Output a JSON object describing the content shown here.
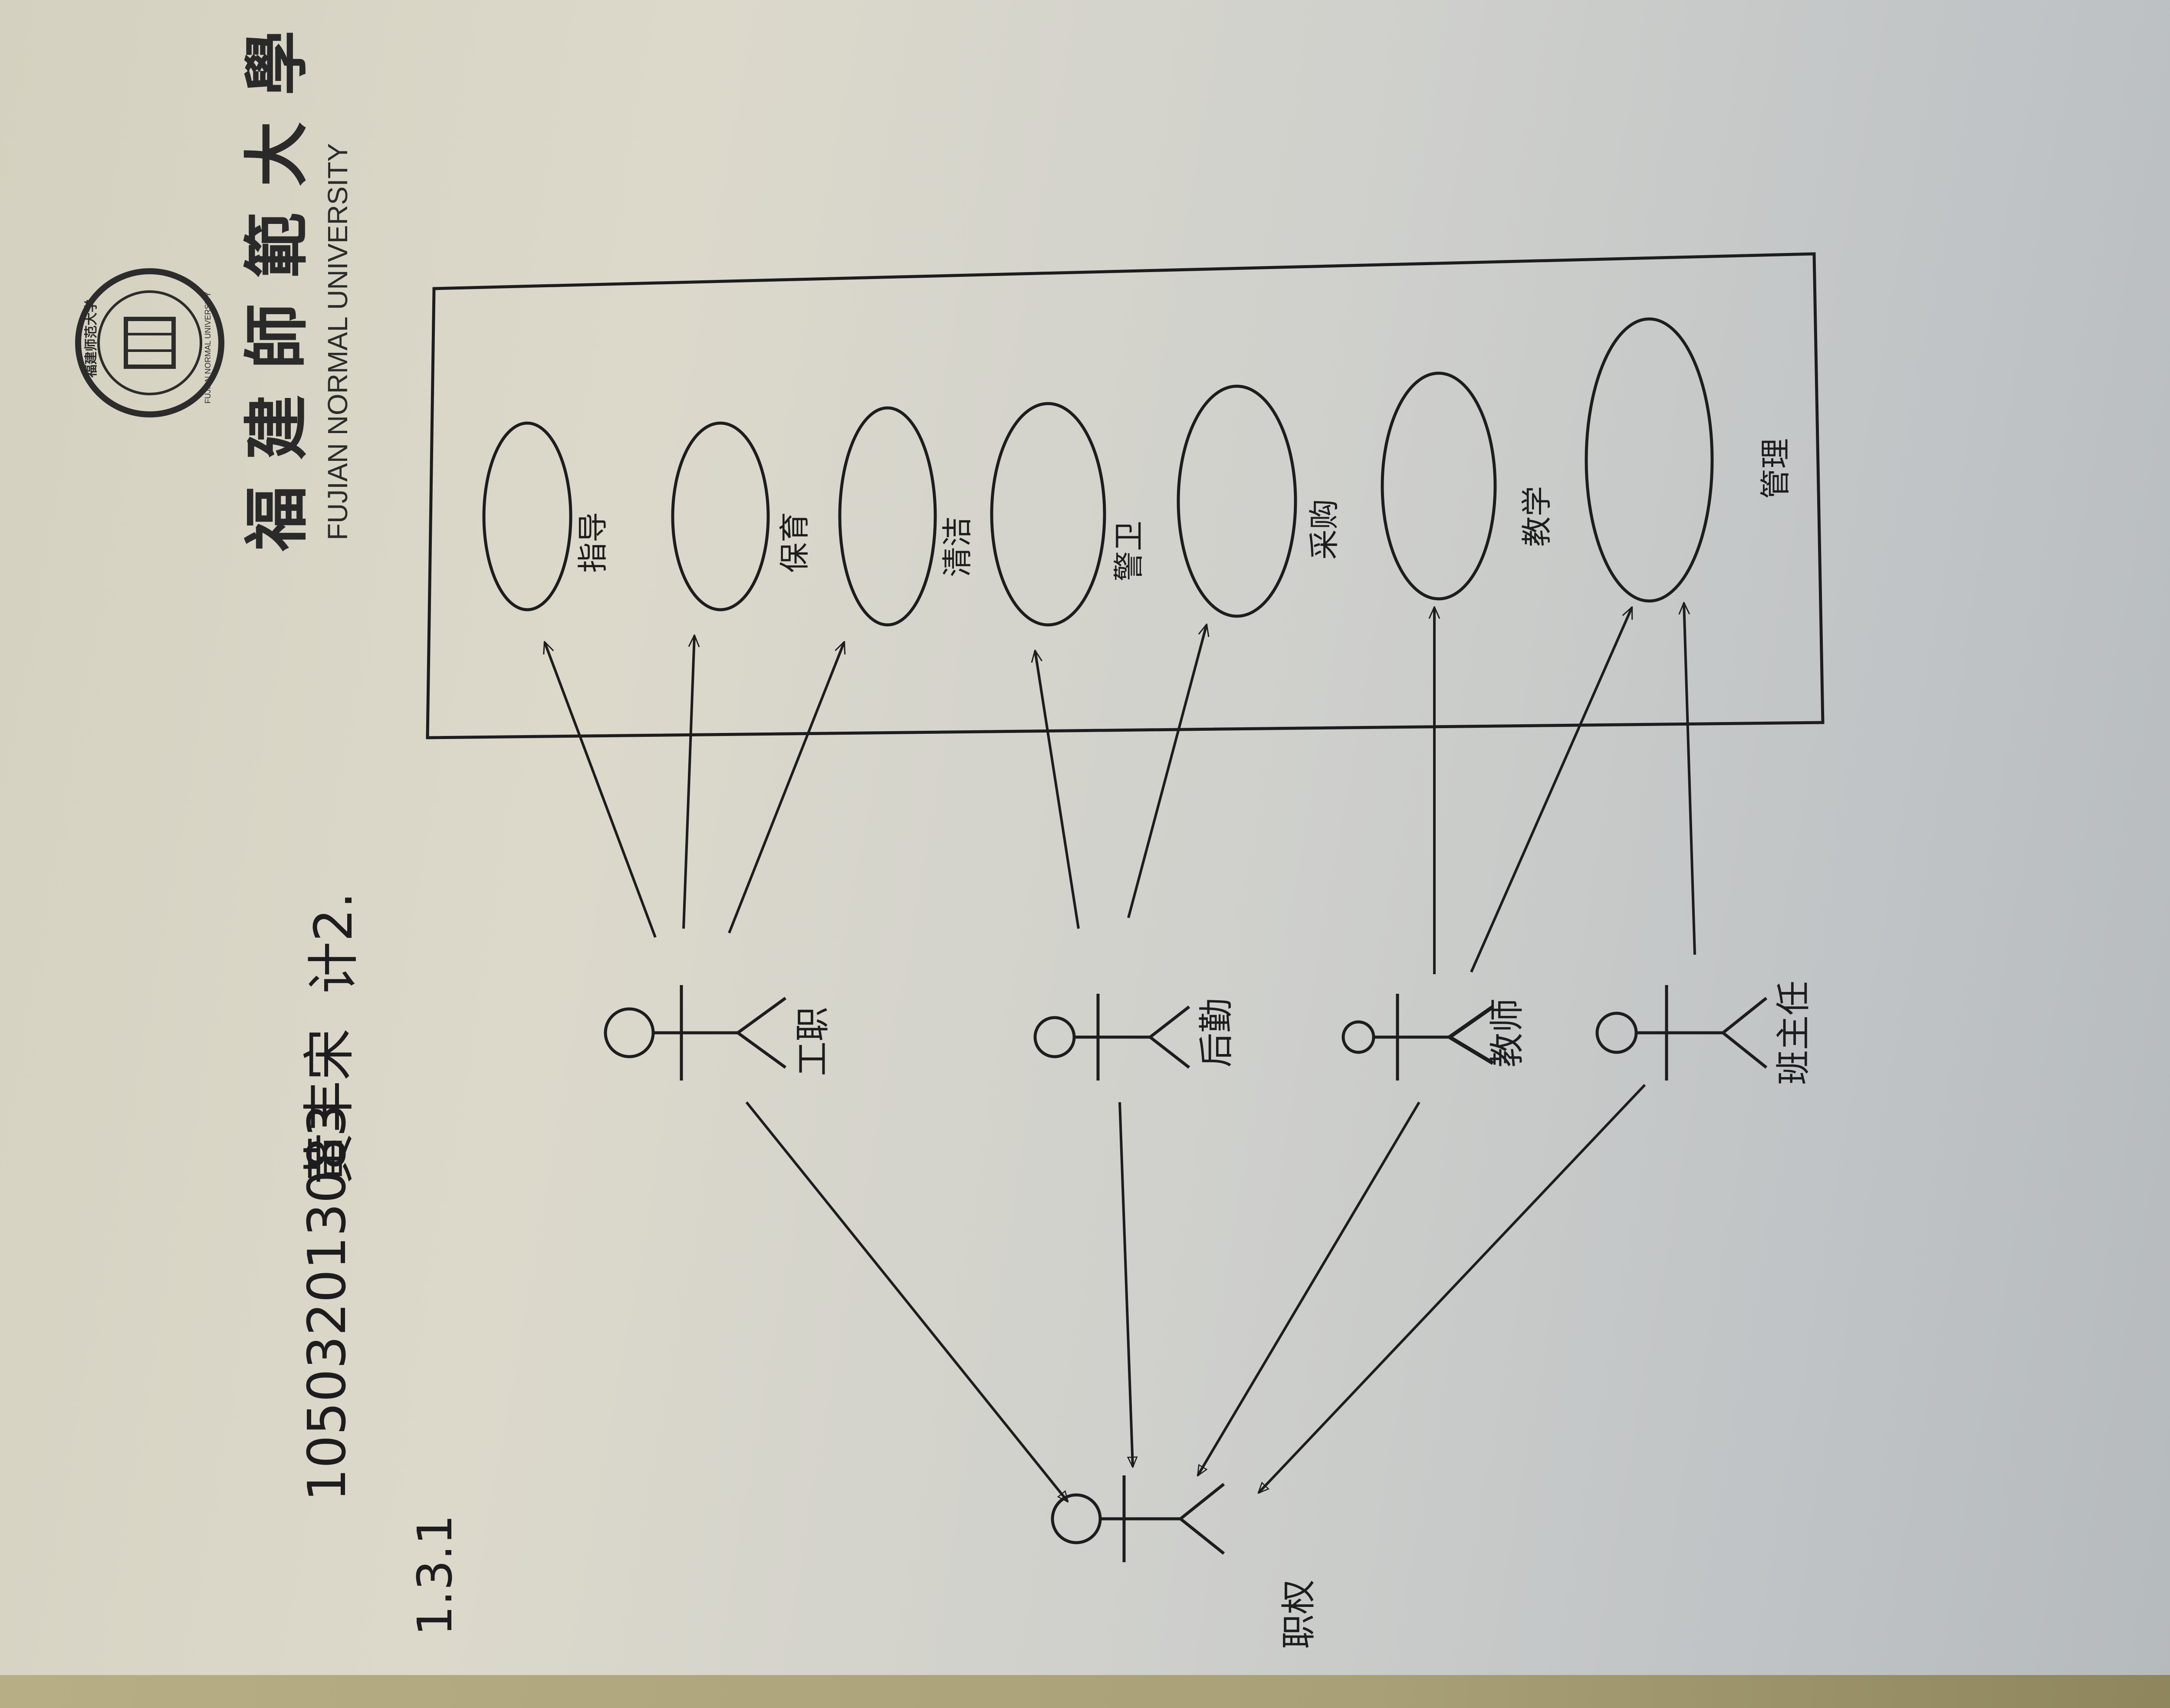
{
  "letterhead": {
    "school_cn": "福建師範大學",
    "school_en": "FUJIAN NORMAL UNIVERSITY",
    "seal_text_top": "福建师范大学",
    "seal_text_bottom": "FUJIAN NORMAL UNIVERSITY"
  },
  "header": {
    "student_id": "105032013083",
    "student_name": "黄丰宋",
    "class": "计2."
  },
  "section": "1.3.1",
  "actors": [
    {
      "id": "generic",
      "label": "职权"
    },
    {
      "id": "worker",
      "label": "工职"
    },
    {
      "id": "admin",
      "label": "后勤"
    },
    {
      "id": "teacher",
      "label": "教师"
    },
    {
      "id": "class-leader",
      "label": "班主任"
    }
  ],
  "use_cases": [
    {
      "id": "uc1",
      "label": "指导"
    },
    {
      "id": "uc2",
      "label": "保育"
    },
    {
      "id": "uc3",
      "label": "清洁"
    },
    {
      "id": "uc4",
      "label": "警卫"
    },
    {
      "id": "uc5",
      "label": "采购"
    },
    {
      "id": "uc6",
      "label": "教学"
    },
    {
      "id": "uc7",
      "label": "管理"
    }
  ],
  "colors": {
    "ink": "#1d1d1f",
    "paper": "#d8d6c9"
  }
}
